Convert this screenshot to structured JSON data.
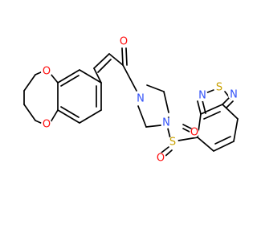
{
  "colors": {
    "bond": "#000000",
    "oxygen": "#ff0d0d",
    "nitrogen": "#3050f8",
    "sulfur": "#c8a000",
    "background": "#ffffff"
  },
  "atoms": {
    "O_ring_top": "O",
    "O_ring_bottom": "O",
    "O_carbonyl": "O",
    "N_piperazine_top": "N",
    "N_piperazine_bottom": "N",
    "S_sulfonyl": "S",
    "O_sulfonyl_top": "O",
    "O_sulfonyl_bottom": "O",
    "N_thiadiazole_1": "N",
    "S_thiadiazole": "S",
    "N_thiadiazole_2": "N"
  }
}
